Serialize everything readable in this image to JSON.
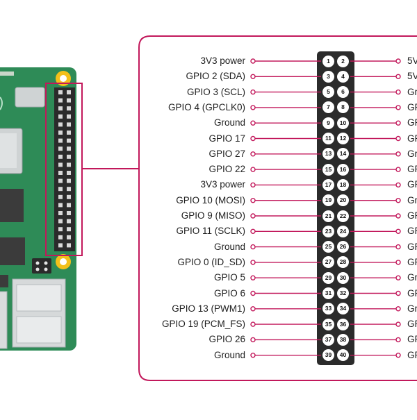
{
  "colors": {
    "accent": "#c2185b",
    "board": "#2e8b57",
    "header": "#2b2b2b",
    "mount_hole": "#f3c01a"
  },
  "pins": [
    {
      "n": "1",
      "left": "3V3 power",
      "right": "5V"
    },
    {
      "n": "3",
      "left": "GPIO 2 (SDA)",
      "right": "5V"
    },
    {
      "n": "5",
      "left": "GPIO 3 (SCL)",
      "right": "Gr"
    },
    {
      "n": "7",
      "left": "GPIO 4 (GPCLK0)",
      "right": "GP"
    },
    {
      "n": "9",
      "left": "Ground",
      "right": "GP"
    },
    {
      "n": "11",
      "left": "GPIO 17",
      "right": "GP"
    },
    {
      "n": "13",
      "left": "GPIO 27",
      "right": "Gr"
    },
    {
      "n": "15",
      "left": "GPIO 22",
      "right": "GP"
    },
    {
      "n": "17",
      "left": "3V3 power",
      "right": "GP"
    },
    {
      "n": "19",
      "left": "GPIO 10 (MOSI)",
      "right": "Gr"
    },
    {
      "n": "21",
      "left": "GPIO 9 (MISO)",
      "right": "GP"
    },
    {
      "n": "23",
      "left": "GPIO 11 (SCLK)",
      "right": "GP"
    },
    {
      "n": "25",
      "left": "Ground",
      "right": "GP"
    },
    {
      "n": "27",
      "left": "GPIO 0 (ID_SD)",
      "right": "GP"
    },
    {
      "n": "29",
      "left": "GPIO 5",
      "right": "Gr"
    },
    {
      "n": "31",
      "left": "GPIO 6",
      "right": "GP"
    },
    {
      "n": "33",
      "left": "GPIO 13 (PWM1)",
      "right": "Gr"
    },
    {
      "n": "35",
      "left": "GPIO 19 (PCM_FS)",
      "right": "GP"
    },
    {
      "n": "37",
      "left": "GPIO 26",
      "right": "GP"
    },
    {
      "n": "39",
      "left": "Ground",
      "right": "GP"
    }
  ],
  "pins_even": [
    "2",
    "4",
    "6",
    "8",
    "10",
    "12",
    "14",
    "16",
    "18",
    "20",
    "22",
    "24",
    "26",
    "28",
    "30",
    "32",
    "34",
    "36",
    "38",
    "40"
  ]
}
